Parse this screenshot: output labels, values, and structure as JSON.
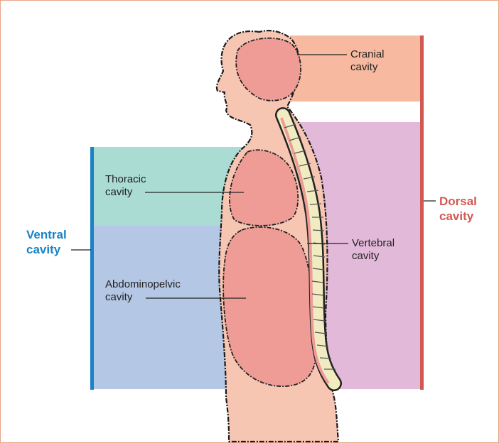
{
  "labels": {
    "cranial": "Cranial\ncavity",
    "thoracic": "Thoracic\ncavity",
    "abdominopelvic": "Abdominopelvic\ncavity",
    "vertebral": "Vertebral\ncavity",
    "ventral": "Ventral\ncavity",
    "dorsal": "Dorsal\ncavity"
  },
  "colors": {
    "border": "#e8a487",
    "cranial_region": "#f7b9a0",
    "dorsal_region": "#e2b9d8",
    "thoracic_region": "#aadcd3",
    "abdominal_region": "#b4c7e4",
    "ventral_accent": "#1a83c6",
    "dorsal_accent": "#d05a50",
    "skin": "#f6c6b3",
    "organ": "#ef9c97",
    "spine": "#f1ebc2"
  }
}
